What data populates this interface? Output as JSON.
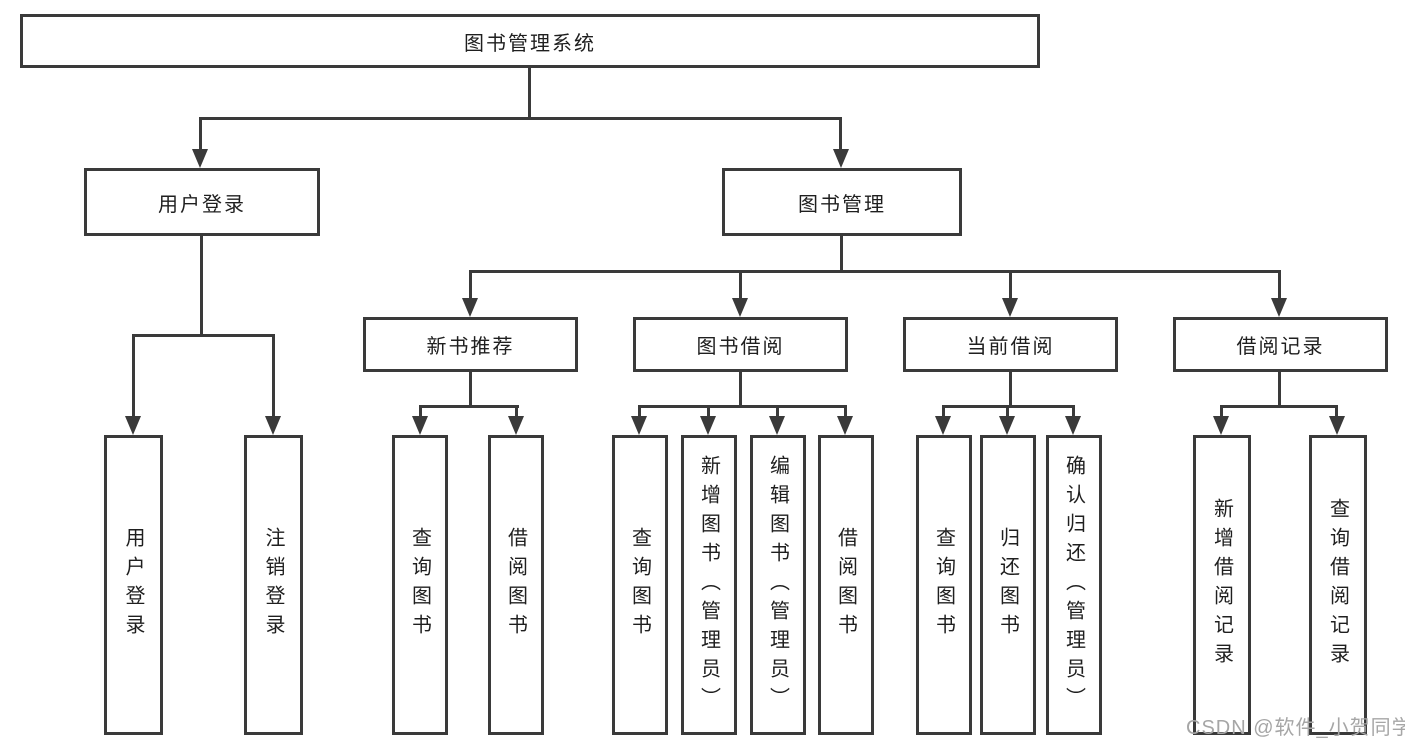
{
  "diagram": {
    "root": {
      "label": "图书管理系统"
    },
    "level2": [
      {
        "label": "用户登录"
      },
      {
        "label": "图书管理"
      }
    ],
    "level3": [
      {
        "label": "新书推荐"
      },
      {
        "label": "图书借阅"
      },
      {
        "label": "当前借阅"
      },
      {
        "label": "借阅记录"
      }
    ],
    "leaves": {
      "login": [
        {
          "label": "用户登录"
        },
        {
          "label": "注销登录"
        }
      ],
      "recommend": [
        {
          "label": "查询图书"
        },
        {
          "label": "借阅图书"
        }
      ],
      "borrow": [
        {
          "label": "查询图书"
        },
        {
          "label": "新增图书（管理员）"
        },
        {
          "label": "编辑图书（管理员）"
        },
        {
          "label": "借阅图书"
        }
      ],
      "current": [
        {
          "label": "查询图书"
        },
        {
          "label": "归还图书"
        },
        {
          "label": "确认归还（管理员）"
        }
      ],
      "records": [
        {
          "label": "新增借阅记录"
        },
        {
          "label": "查询借阅记录"
        }
      ]
    }
  },
  "watermark": {
    "text": "CSDN @软件_小贺同学"
  },
  "colors": {
    "line": "#3a3a3a",
    "text": "#1f1f1f",
    "watermark": "#a6a6a6",
    "background": "#ffffff"
  }
}
